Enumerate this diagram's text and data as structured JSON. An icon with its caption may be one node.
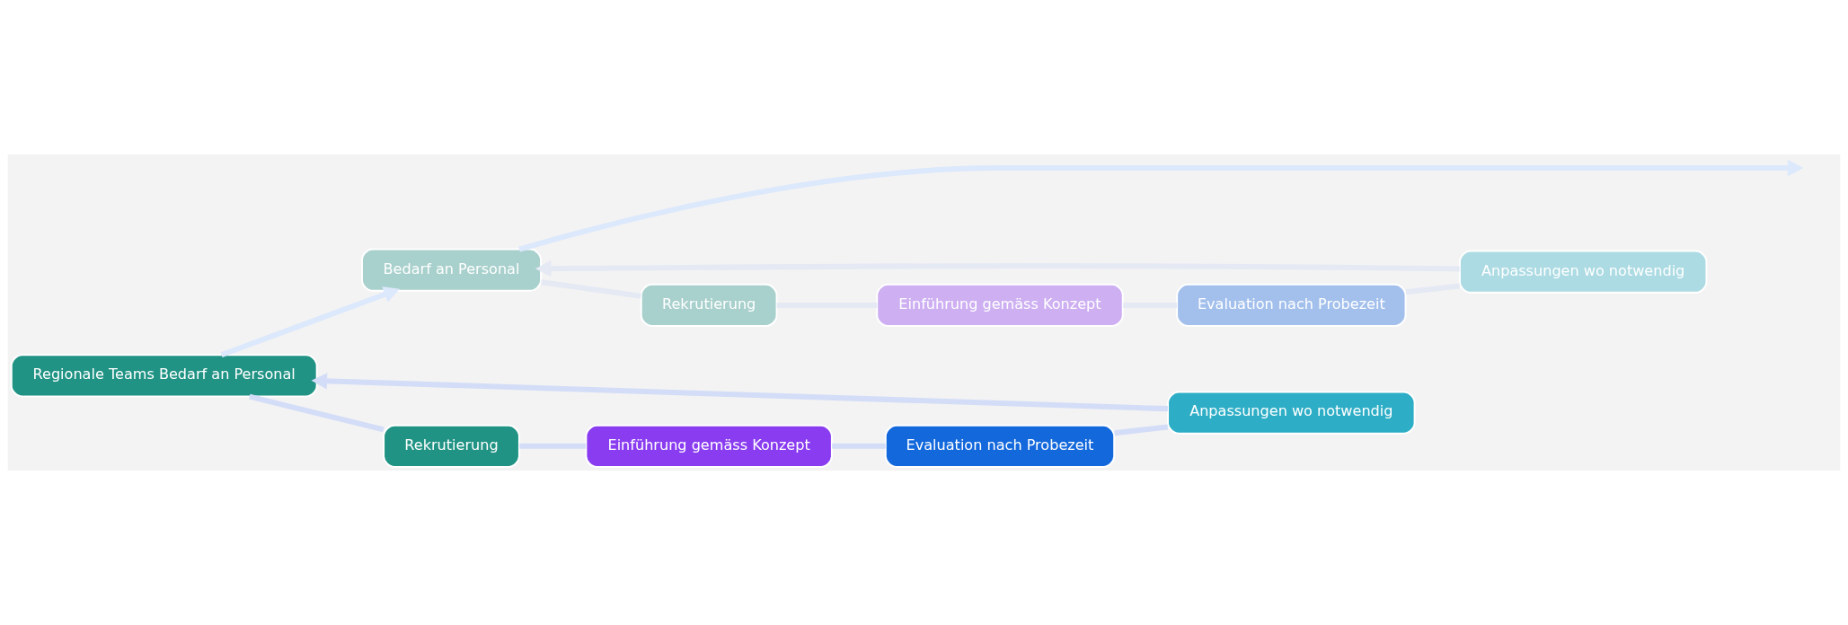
{
  "diagram": {
    "nodes": [
      {
        "text": [
          "Regionale Teams Bedarf an Personal"
        ]
      },
      {
        "text": [
          "Rekrutierung"
        ]
      },
      {
        "text": [
          "Einführung gemäss Konzept"
        ]
      },
      {
        "text": [
          "Evaluation nach Probezeit"
        ]
      },
      {
        "text": [
          "Anpassungen wo notwendig"
        ]
      },
      {
        "text": [
          "Bedarf an Personal"
        ]
      },
      {
        "text": [
          "Rekrutierung"
        ]
      },
      {
        "text": [
          "Einführung gemäss Konzept"
        ]
      },
      {
        "text": [
          "Evaluation nach Probezeit"
        ]
      },
      {
        "text": [
          "Anpassungen wo notwendig"
        ]
      }
    ],
    "edges": [
      {
        "from": 0,
        "to": 1,
        "arrow": "none",
        "color": "#d3ddf7"
      },
      {
        "from": 1,
        "to": 2,
        "arrow": "none",
        "color": "#d3ddf7"
      },
      {
        "from": 2,
        "to": 3,
        "arrow": "none",
        "color": "#d3ddf7"
      },
      {
        "from": 3,
        "to": 4,
        "arrow": "none",
        "color": "#d3ddf7"
      },
      {
        "from": 4,
        "to": 0,
        "arrow": "to",
        "color": "#d3ddf7"
      },
      {
        "from": 0,
        "to": 5,
        "arrow": "to",
        "color": "#dce8fc"
      },
      {
        "from": 5,
        "to": 6,
        "arrow": "none",
        "color": "#e5e9f4"
      },
      {
        "from": 6,
        "to": 7,
        "arrow": "none",
        "color": "#e5e9f4"
      },
      {
        "from": 7,
        "to": 8,
        "arrow": "none",
        "color": "#e5e9f4"
      },
      {
        "from": 8,
        "to": 9,
        "arrow": "none",
        "color": "#e5e9f4"
      },
      {
        "from": 9,
        "to": 5,
        "arrow": "to",
        "color": "#e5e9f4"
      },
      {
        "from": 5,
        "to": null,
        "arrow": "to",
        "color": "#dce8fc"
      }
    ]
  }
}
